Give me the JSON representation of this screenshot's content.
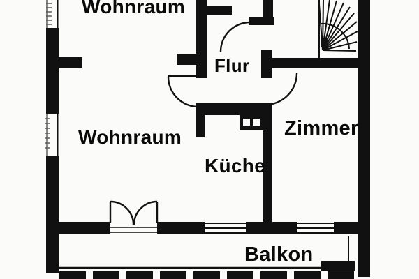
{
  "plan": {
    "type": "floorplan",
    "colors": {
      "ink": "#111111",
      "paper": "#fbfbf9"
    },
    "rooms": [
      {
        "id": "wohnraum-top",
        "label": "Wohnraum"
      },
      {
        "id": "flur",
        "label": "Flur"
      },
      {
        "id": "zimmer",
        "label": "Zimmer"
      },
      {
        "id": "wohnraum-main",
        "label": "Wohnraum"
      },
      {
        "id": "kueche",
        "label": "Küche"
      },
      {
        "id": "balkon",
        "label": "Balkon"
      }
    ],
    "features": [
      "staircase-winder",
      "door-swing-arcs",
      "french-double-door",
      "windows",
      "balcony-railing",
      "chimney-shaft"
    ]
  }
}
